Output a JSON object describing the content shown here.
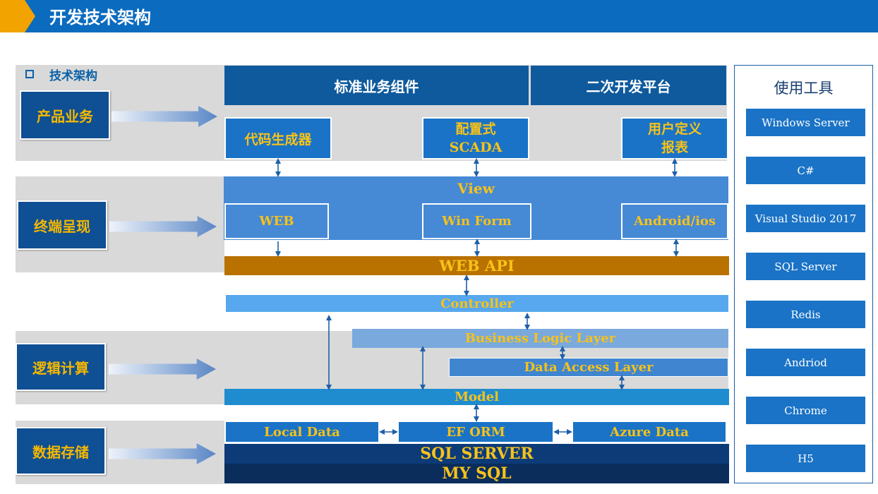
{
  "header": {
    "title": "开发技术架构"
  },
  "section": {
    "title": "技术架构"
  },
  "categories": [
    "产品业务",
    "终端呈现",
    "逻辑计算",
    "数据存储"
  ],
  "product": {
    "standard": "标准业务组件",
    "secondary": "二次开发平台",
    "codegen": "代码生成器",
    "scada_line1": "配置式",
    "scada_line2": "SCADA",
    "report_line1": "用户定义",
    "report_line2": "报表"
  },
  "terminal": {
    "view": "View",
    "web": "WEB",
    "winform": "Win Form",
    "android": "Android/ios"
  },
  "logic": {
    "webapi": "WEB API",
    "controller": "Controller",
    "bll": "Business Logic Layer",
    "dal": "Data Access Layer",
    "model": "Model"
  },
  "storage": {
    "local": "Local Data",
    "ef": "EF ORM",
    "azure": "Azure Data",
    "sqlserver": "SQL SERVER",
    "mysql": "MY SQL"
  },
  "tools": {
    "title": "使用工具",
    "items": [
      "Windows Server",
      "C#",
      "Visual Studio 2017",
      "SQL Server",
      "Redis",
      "Andriod",
      "Chrome",
      "H5"
    ]
  },
  "colors": {
    "header": "#0a6bbf",
    "accent": "#f3a300",
    "label_yellow": "#f7c21a",
    "dark_blue": "#0f4f93"
  }
}
